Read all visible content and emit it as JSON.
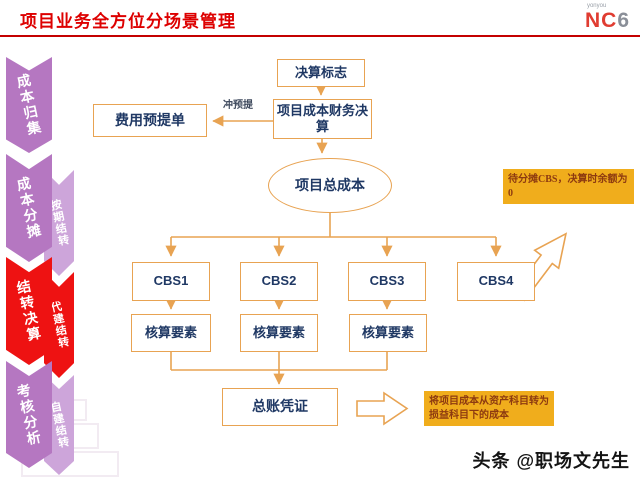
{
  "header": {
    "title": "项目业务全方位分场景管理",
    "logo": {
      "small_text": "yonyou",
      "brand": "NC",
      "version": "6"
    }
  },
  "sidebar": {
    "items": [
      {
        "label": "成本归集",
        "sub_label": ""
      },
      {
        "label": "成本分摊",
        "sub_label": "按期结转"
      },
      {
        "label": "结转决算",
        "sub_label": "代建结转"
      },
      {
        "label": "考核分析",
        "sub_label": "自建结转"
      }
    ]
  },
  "flowchart": {
    "nodes": {
      "settle_flag": "决算标志",
      "financial_settlement": "项目成本财务决算",
      "expense_accrual": "费用预提单",
      "accrual_arrow_label": "冲预提",
      "total_cost": "项目总成本",
      "cbs": [
        "CBS1",
        "CBS2",
        "CBS3",
        "CBS4"
      ],
      "elements": [
        "核算要素",
        "核算要素",
        "核算要素"
      ],
      "ledger_voucher": "总账凭证"
    },
    "notes": {
      "pending_cbs": "待分摊CBS，决算时余额为0",
      "transfer": "将项目成本从资产科目转为损益科目下的成本"
    }
  },
  "byline": "头条 @职场文先生",
  "colors": {
    "title_red": "#dd0000",
    "box_border_orange": "#e8a352",
    "box_text_navy": "#1f3864",
    "sidebar_purple": "#b577c1",
    "sidebar_light_purple": "#cda5da",
    "sidebar_red": "#ee1212",
    "note_yellow": "#f0ad1c",
    "note_text_brown": "#8d3a10"
  }
}
